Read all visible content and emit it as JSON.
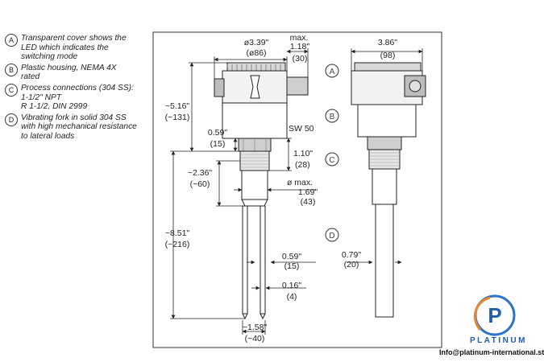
{
  "legend": [
    {
      "letter": "A",
      "lines": [
        "Transparent cover shows the",
        "LED which indicates the",
        "switching mode"
      ]
    },
    {
      "letter": "B",
      "lines": [
        "Plastic housing, NEMA 4X",
        "rated"
      ]
    },
    {
      "letter": "C",
      "lines": [
        "Process connections (304 SS):",
        "1-1/2\" NPT",
        "R 1-1/2, DIN 2999"
      ]
    },
    {
      "letter": "D",
      "lines": [
        "Vibrating fork in solid 304 SS",
        "with high mechanical resistance",
        "to lateral loads"
      ]
    }
  ],
  "dimensions": {
    "cover_dia_in": "ø3.39\"",
    "cover_dia_mm": "(ø86)",
    "max_label": "max.",
    "side_in": "1.18\"",
    "side_mm": "(30)",
    "width_in": "3.86\"",
    "width_mm": "(98)",
    "height_in": "~5.16\"",
    "height_mm": "(~131)",
    "nut_in": "0.59\"",
    "nut_mm": "(15)",
    "sw": "SW 50",
    "thread_in": "1.10\"",
    "thread_mm": "(28)",
    "neck_in": "~2.36\"",
    "neck_mm": "(~60)",
    "fork_dia_label": "ø max.",
    "fork_dia_in": "1.69\"",
    "fork_dia_mm": "(43)",
    "length_in": "~8.51\"",
    "length_mm": "(~216)",
    "tine_w_in": "0.59\"",
    "tine_w_mm": "(15)",
    "tine_t_in": "0.16\"",
    "tine_t_mm": "(4)",
    "spacing_in": "~1.58\"",
    "spacing_mm": "(~40)",
    "side_fork_in": "0.79\"",
    "side_fork_mm": "(20)"
  },
  "callouts": [
    "A",
    "B",
    "C",
    "D"
  ],
  "logo": {
    "word": "PLATINUM",
    "email": "Info@platinum-international.store",
    "letter": "P"
  }
}
